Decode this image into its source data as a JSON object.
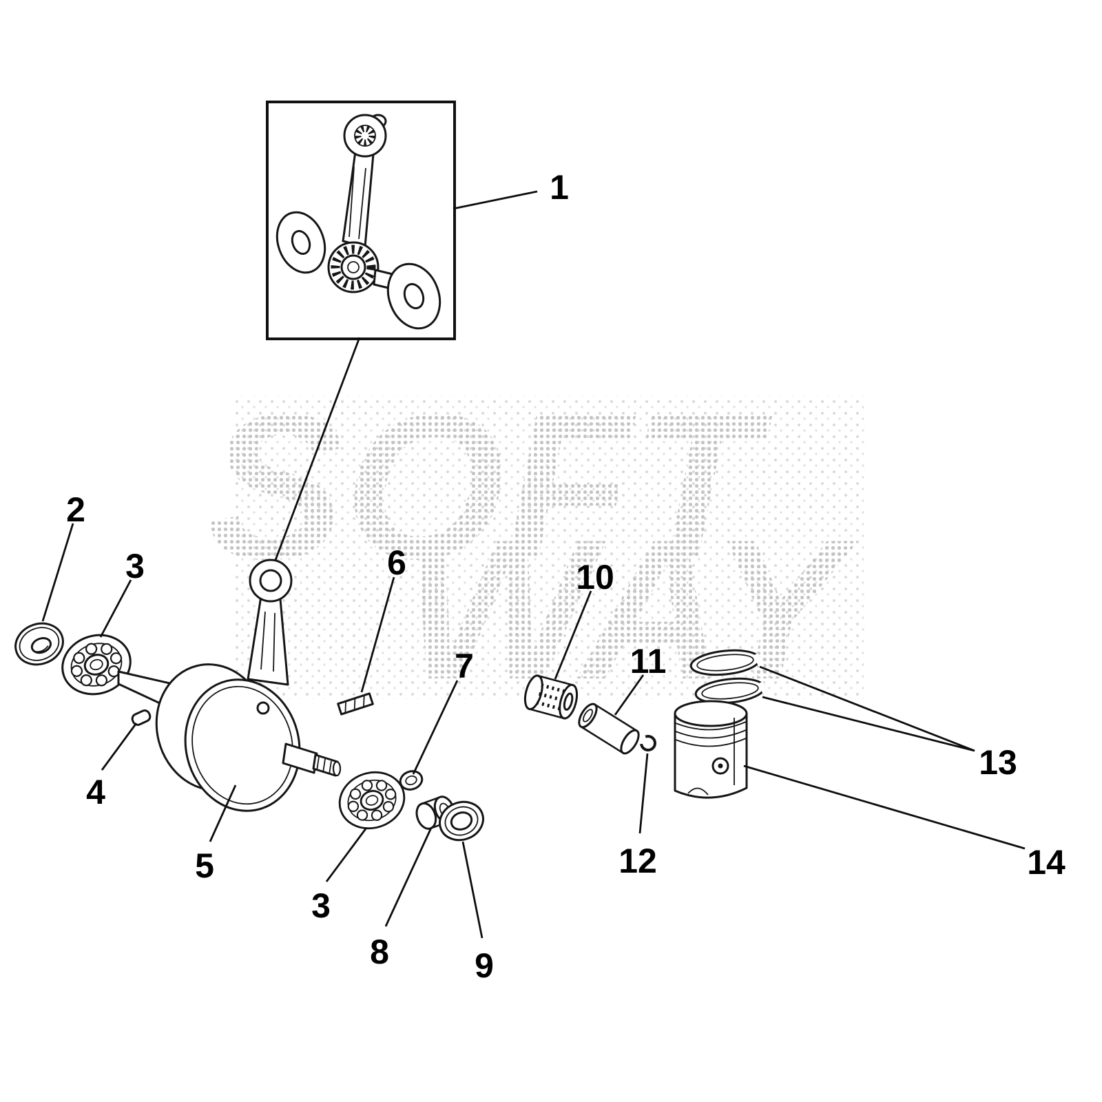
{
  "figure": {
    "watermark": {
      "line1": "SOFT",
      "line2": "WAY"
    },
    "callouts": {
      "c1": "1",
      "c2": "2",
      "c3a": "3",
      "c3b": "3",
      "c4": "4",
      "c5": "5",
      "c6": "6",
      "c7": "7",
      "c8": "8",
      "c9": "9",
      "c10": "10",
      "c11": "11",
      "c12": "12",
      "c13": "13",
      "c14": "14"
    }
  }
}
